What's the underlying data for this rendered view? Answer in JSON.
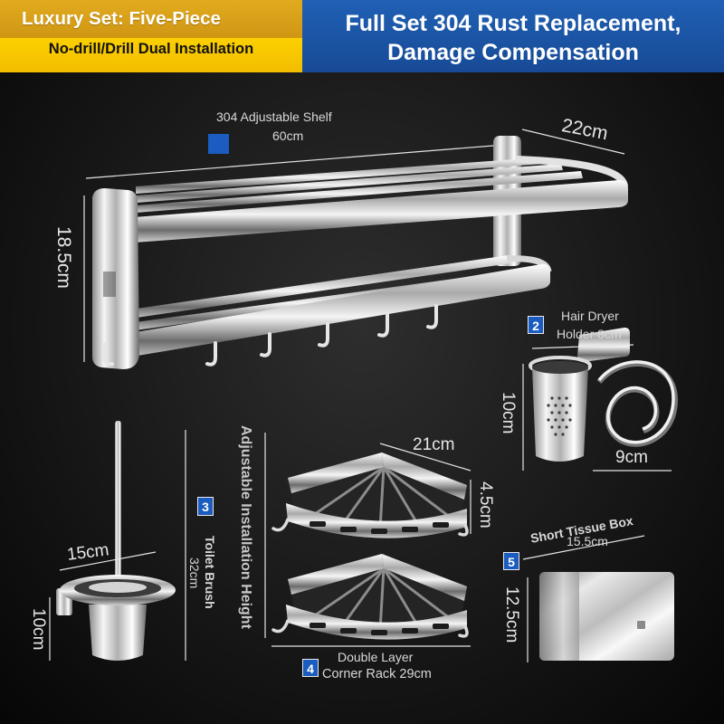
{
  "banner": {
    "left_title": "Luxury Set: Five-Piece",
    "left_subtitle": "No-drill/Drill Dual Installation",
    "right_line1": "Full Set 304 Rust Replacement,",
    "right_line2": "Damage Compensation"
  },
  "colors": {
    "banner_gold": "#d9a21b",
    "banner_yellow": "#f9c400",
    "banner_blue": "#1b52a3",
    "badge_blue": "#1a5cc0",
    "steel": "#d9d9d9"
  },
  "shelf": {
    "name": "304 Adjustable Shelf",
    "width": "60cm",
    "depth": "22cm",
    "height": "18.5cm"
  },
  "hair_dryer_holder": {
    "badge": "2",
    "name_line1": "Hair Dryer",
    "name_line2": "Holder 8cm",
    "height": "10cm",
    "width": "9cm"
  },
  "toilet_brush": {
    "badge": "3",
    "name": "Toilet Brush",
    "length": "32cm",
    "width": "15cm",
    "height": "10cm"
  },
  "corner_rack": {
    "badge": "4",
    "name_line1": "Double Layer",
    "name_line2": "Corner Rack 29cm",
    "width": "21cm",
    "depth": "4.5cm",
    "height_note": "Adjustable Installation Height"
  },
  "tissue_box": {
    "badge": "5",
    "name": "Short Tissue Box",
    "width": "15.5cm",
    "height": "12.5cm"
  }
}
